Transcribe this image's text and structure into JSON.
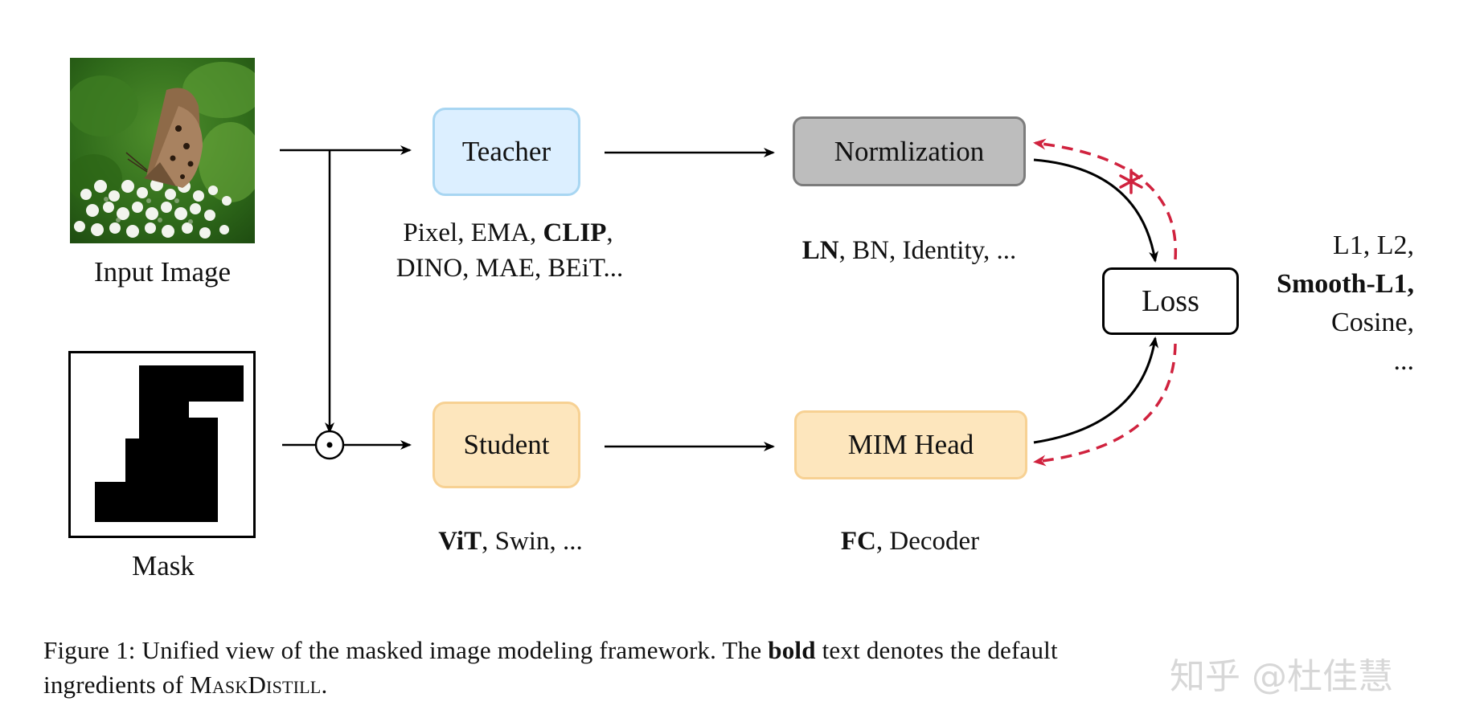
{
  "input_image": {
    "label": "Input Image",
    "icon": "butterfly-photo"
  },
  "mask": {
    "label": "Mask",
    "icon": "mask-pattern"
  },
  "teacher": {
    "title": "Teacher",
    "options_line1_prefix": "Pixel, EMA, ",
    "options_line1_bold": "CLIP",
    "options_line1_suffix": ",",
    "options_line2": "DINO, MAE, BEiT..."
  },
  "student": {
    "title": "Student",
    "options_bold": "ViT",
    "options_rest": ", Swin, ..."
  },
  "normalization": {
    "title": "Normlization",
    "options_bold": "LN",
    "options_rest": ", BN, Identity, ..."
  },
  "mim_head": {
    "title": "MIM Head",
    "options_bold": "FC",
    "options_rest": ", Decoder"
  },
  "loss": {
    "title": "Loss",
    "options_line1": "L1, L2,",
    "options_line2_bold": "Smooth-L1,",
    "options_line3": "Cosine,",
    "options_line4": "..."
  },
  "caption": {
    "prefix": "Figure 1: Unified view of the masked image modeling framework.  The ",
    "bold": "bold",
    "middle": " text denotes the default",
    "line2_prefix": "ingredients of ",
    "name": "MaskDistill",
    "line2_suffix": "."
  },
  "watermark": "知乎 @杜佳慧",
  "colors": {
    "teacher_fill": "#dcefff",
    "student_fill": "#fde6bd",
    "norm_fill": "#bdbdbd",
    "gradient_stop": "#d0223e"
  }
}
